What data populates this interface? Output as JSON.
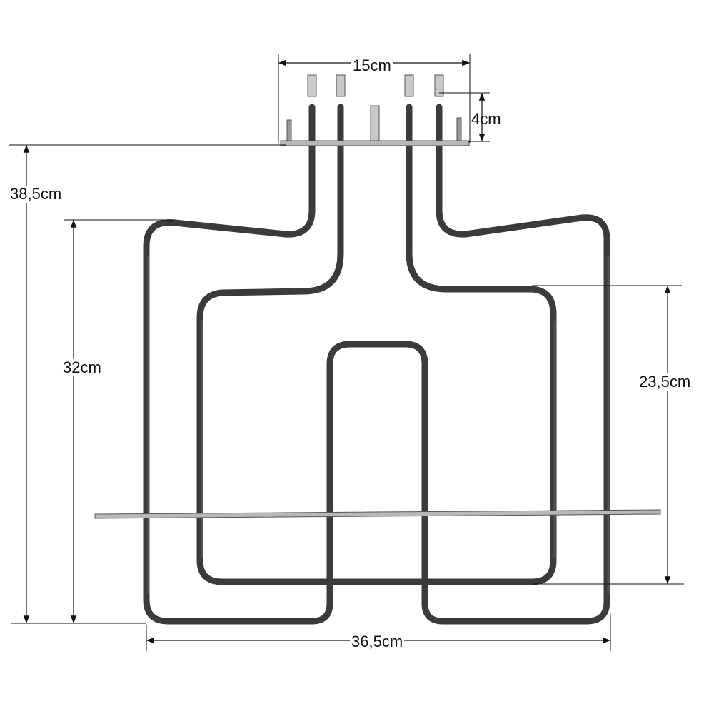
{
  "dimensions": {
    "terminal_width": "15cm",
    "terminal_height": "4cm",
    "total_height": "38,5cm",
    "outer_loop_height": "32cm",
    "inner_loop_height": "23,5cm",
    "total_width": "36,5cm"
  },
  "colors": {
    "tube": "#3b3b3b",
    "metal": "#b8b8b8",
    "line": "#111111"
  }
}
